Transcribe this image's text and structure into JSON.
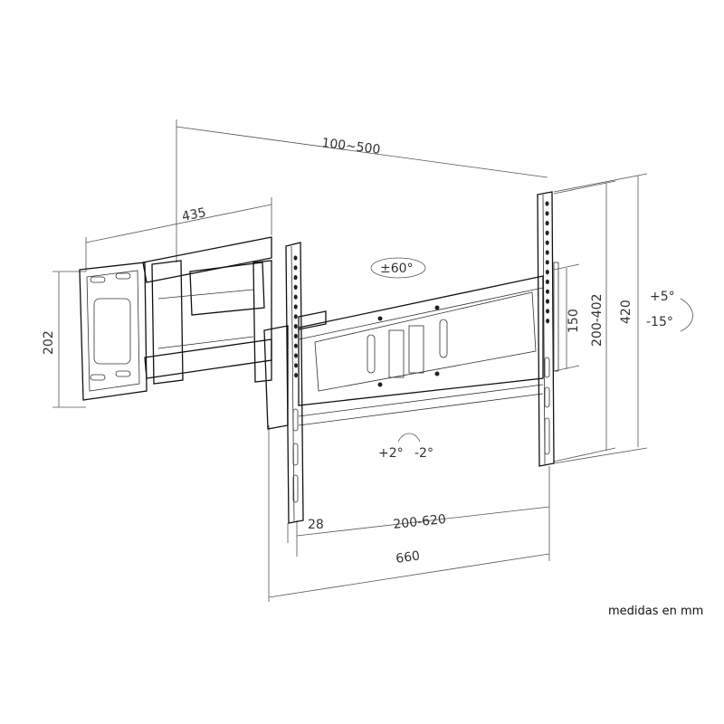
{
  "dimensions": {
    "vesa_width_range": "100~500",
    "arm_extension": "435",
    "wall_plate_height": "202",
    "swivel": "±60°",
    "wall_plate_spacing": "150",
    "vesa_height_range": "200-402",
    "rail_height": "420",
    "tilt_up": "+5°",
    "tilt_down": "-15°",
    "level_plus": "+2°",
    "level_minus": "-2°",
    "min_depth": "28",
    "width_range": "200-620",
    "total_width": "660"
  },
  "note": "medidas en mm"
}
